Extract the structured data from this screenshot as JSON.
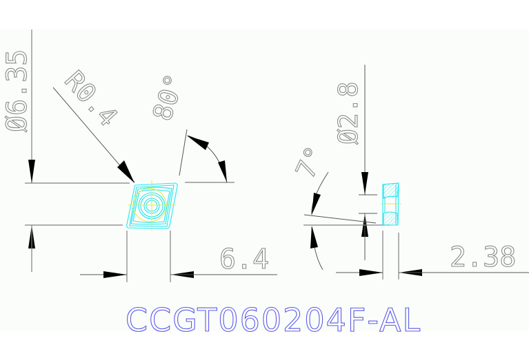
{
  "drawing": {
    "part_number": "CCGT060204F-AL",
    "colors": {
      "dimension_lines": "#808080",
      "insert_outline": "#22e6f0",
      "centerlines": "#e8e83a",
      "title_text": "#5a5ae6",
      "sheet_background": "#fbfdfb"
    },
    "top_view": {
      "inscribed_circle_label": "Ø6.35",
      "corner_radius_label": "R0.4",
      "included_angle_label": "80°",
      "width_label": "6.4"
    },
    "side_view": {
      "hole_diameter_label": "Ø2.8",
      "clearance_angle_label": "7°",
      "thickness_label": "2.38"
    }
  }
}
